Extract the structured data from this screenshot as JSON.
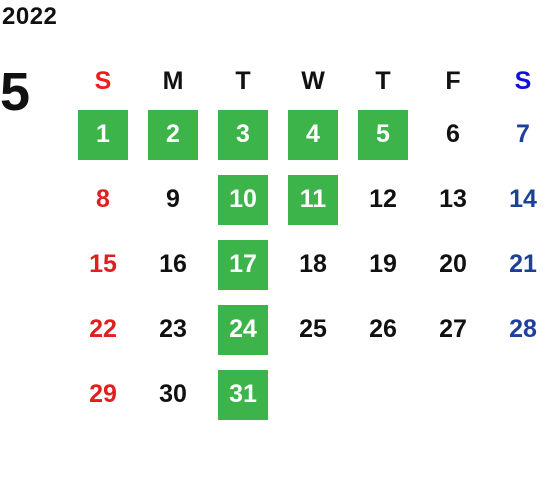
{
  "calendar": {
    "year": "2022",
    "month": "5",
    "weekdays": [
      "S",
      "M",
      "T",
      "W",
      "T",
      "F",
      "S"
    ],
    "days": [
      "",
      "",
      "",
      "",
      "",
      "",
      "",
      "",
      "",
      "",
      "",
      "",
      "",
      "",
      "",
      "",
      "",
      "",
      "",
      "",
      "",
      "",
      "",
      "",
      "",
      "",
      "",
      "",
      "",
      "",
      "",
      "",
      "",
      "",
      ""
    ],
    "day_list": [
      {
        "day": "1",
        "highlighted": true
      },
      {
        "day": "2",
        "highlighted": true
      },
      {
        "day": "3",
        "highlighted": true
      },
      {
        "day": "4",
        "highlighted": true
      },
      {
        "day": "5",
        "highlighted": true
      },
      {
        "day": "6",
        "highlighted": false
      },
      {
        "day": "7",
        "highlighted": false
      },
      {
        "day": "8",
        "highlighted": false
      },
      {
        "day": "9",
        "highlighted": false
      },
      {
        "day": "10",
        "highlighted": true
      },
      {
        "day": "11",
        "highlighted": true
      },
      {
        "day": "12",
        "highlighted": false
      },
      {
        "day": "13",
        "highlighted": false
      },
      {
        "day": "14",
        "highlighted": false
      },
      {
        "day": "15",
        "highlighted": false
      },
      {
        "day": "16",
        "highlighted": false
      },
      {
        "day": "17",
        "highlighted": true
      },
      {
        "day": "18",
        "highlighted": false
      },
      {
        "day": "19",
        "highlighted": false
      },
      {
        "day": "20",
        "highlighted": false
      },
      {
        "day": "21",
        "highlighted": false
      },
      {
        "day": "22",
        "highlighted": false
      },
      {
        "day": "23",
        "highlighted": false
      },
      {
        "day": "24",
        "highlighted": true
      },
      {
        "day": "25",
        "highlighted": false
      },
      {
        "day": "26",
        "highlighted": false
      },
      {
        "day": "27",
        "highlighted": false
      },
      {
        "day": "28",
        "highlighted": false
      },
      {
        "day": "29",
        "highlighted": false
      },
      {
        "day": "30",
        "highlighted": false
      },
      {
        "day": "31",
        "highlighted": true
      }
    ]
  },
  "colors": {
    "highlight": "#3cb44a",
    "sunday": "#e02020",
    "saturday": "#1e3f9a",
    "text": "#111111"
  }
}
